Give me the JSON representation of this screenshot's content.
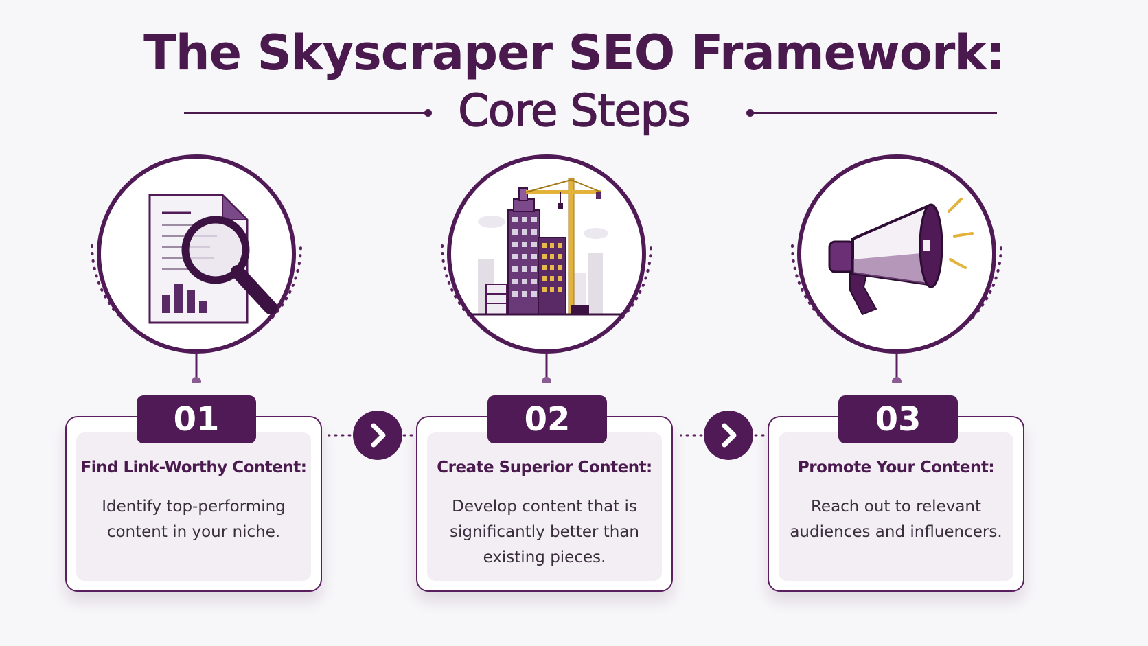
{
  "title": {
    "line1": "The Skyscraper SEO Framework:",
    "line2": "Core Steps"
  },
  "steps": [
    {
      "number": "01",
      "heading": "Find Link-Worthy Content:",
      "description": "Identify top-performing content in your niche.",
      "icon": "document-magnifier-icon"
    },
    {
      "number": "02",
      "heading": "Create Superior Content:",
      "description": "Develop content that is significantly better than existing pieces.",
      "icon": "skyscraper-crane-icon"
    },
    {
      "number": "03",
      "heading": "Promote Your Content:",
      "description": "Reach out to relevant audiences and influencers.",
      "icon": "megaphone-icon"
    }
  ],
  "connectors": [
    "chevron-right-icon",
    "chevron-right-icon"
  ],
  "colors": {
    "primary": "#4f1a55",
    "background": "#f7f6f8",
    "card_inner": "#f2eef4",
    "accent_crane": "#e2b23a"
  }
}
